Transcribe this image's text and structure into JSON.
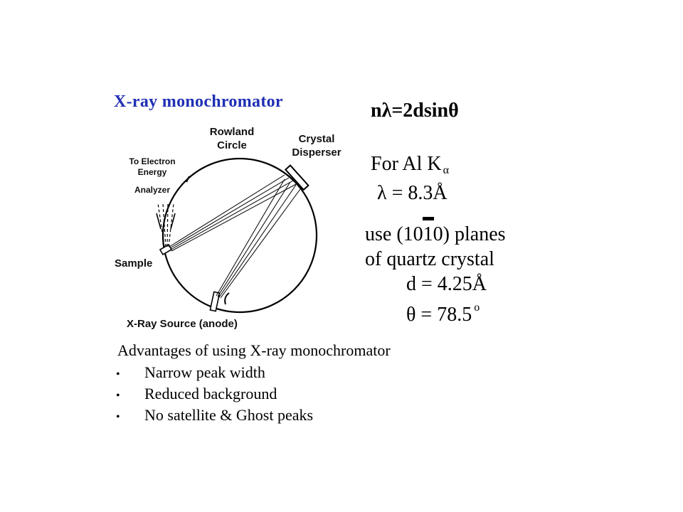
{
  "title": "X-ray monochromator",
  "equation": "nλ=2dsinθ",
  "for_al": {
    "prefix": "For Al K",
    "subscript": "α"
  },
  "lambda_value": "λ = 8.3Å",
  "planes": {
    "before": "use (10",
    "overbar_digit": "1",
    "after": "0) planes"
  },
  "quartz": "of quartz crystal",
  "d_value": "d = 4.25Å",
  "theta_value": {
    "text": "θ = 78.5",
    "sup": "o"
  },
  "diagram": {
    "rowland_label": [
      "Rowland",
      "Circle"
    ],
    "crystal_label": [
      "Crystal",
      "Disperser"
    ],
    "analyzer_label": [
      "To Electron",
      "Energy",
      "Analyzer"
    ],
    "sample_label": "Sample",
    "source_label": "X-Ray Source (anode)"
  },
  "advantages": {
    "heading": "Advantages of using X-ray monochromator",
    "bullet": "•",
    "items": [
      "Narrow peak width",
      "Reduced background",
      "No satellite & Ghost peaks"
    ]
  }
}
